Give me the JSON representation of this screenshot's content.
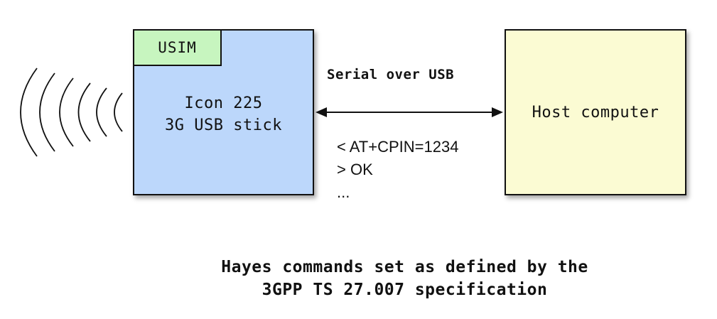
{
  "usim": {
    "label": "USIM"
  },
  "stick": {
    "lines": [
      "Icon 225",
      "3G USB stick"
    ]
  },
  "host": {
    "label": "Host computer"
  },
  "link": {
    "label": "Serial over USB"
  },
  "commands": [
    "< AT+CPIN=1234",
    "> OK",
    "..."
  ],
  "caption": {
    "lines": [
      "Hayes commands set as defined by the",
      "3GPP TS 27.007 specification"
    ]
  },
  "colors": {
    "stick_fill": "#bcd7fb",
    "usim_fill": "#c7f5bf",
    "host_fill": "#fbfbd3",
    "stroke": "#111111"
  }
}
